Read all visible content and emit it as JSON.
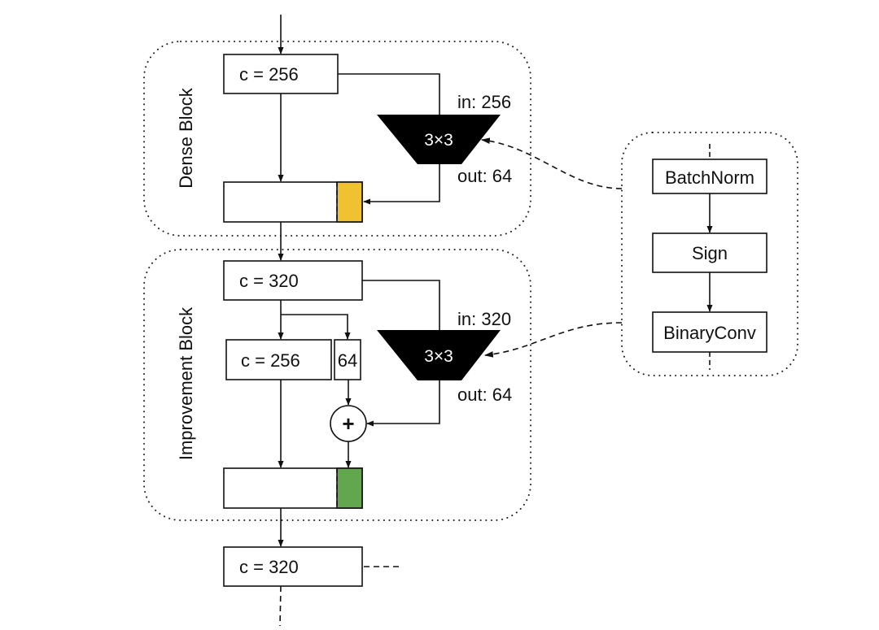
{
  "diagram": {
    "colors": {
      "dense_new_channels": "#F0C232",
      "improvement_new_channels": "#62A64D",
      "conv_block": "#000000",
      "stroke": "#111111"
    },
    "dense_block": {
      "label": "Dense Block",
      "input_box": "c = 256",
      "conv": {
        "kernel": "3×3",
        "in": "in: 256",
        "out": "out: 64"
      }
    },
    "improvement_block": {
      "label": "Improvement Block",
      "input_box": "c = 320",
      "split_left": "c = 256",
      "split_right": "64",
      "add_symbol": "+",
      "conv": {
        "kernel": "3×3",
        "in": "in: 320",
        "out": "out: 64"
      }
    },
    "output_box": "c = 320",
    "binary_conv_detail": {
      "steps": [
        "BatchNorm",
        "Sign",
        "BinaryConv"
      ]
    }
  }
}
